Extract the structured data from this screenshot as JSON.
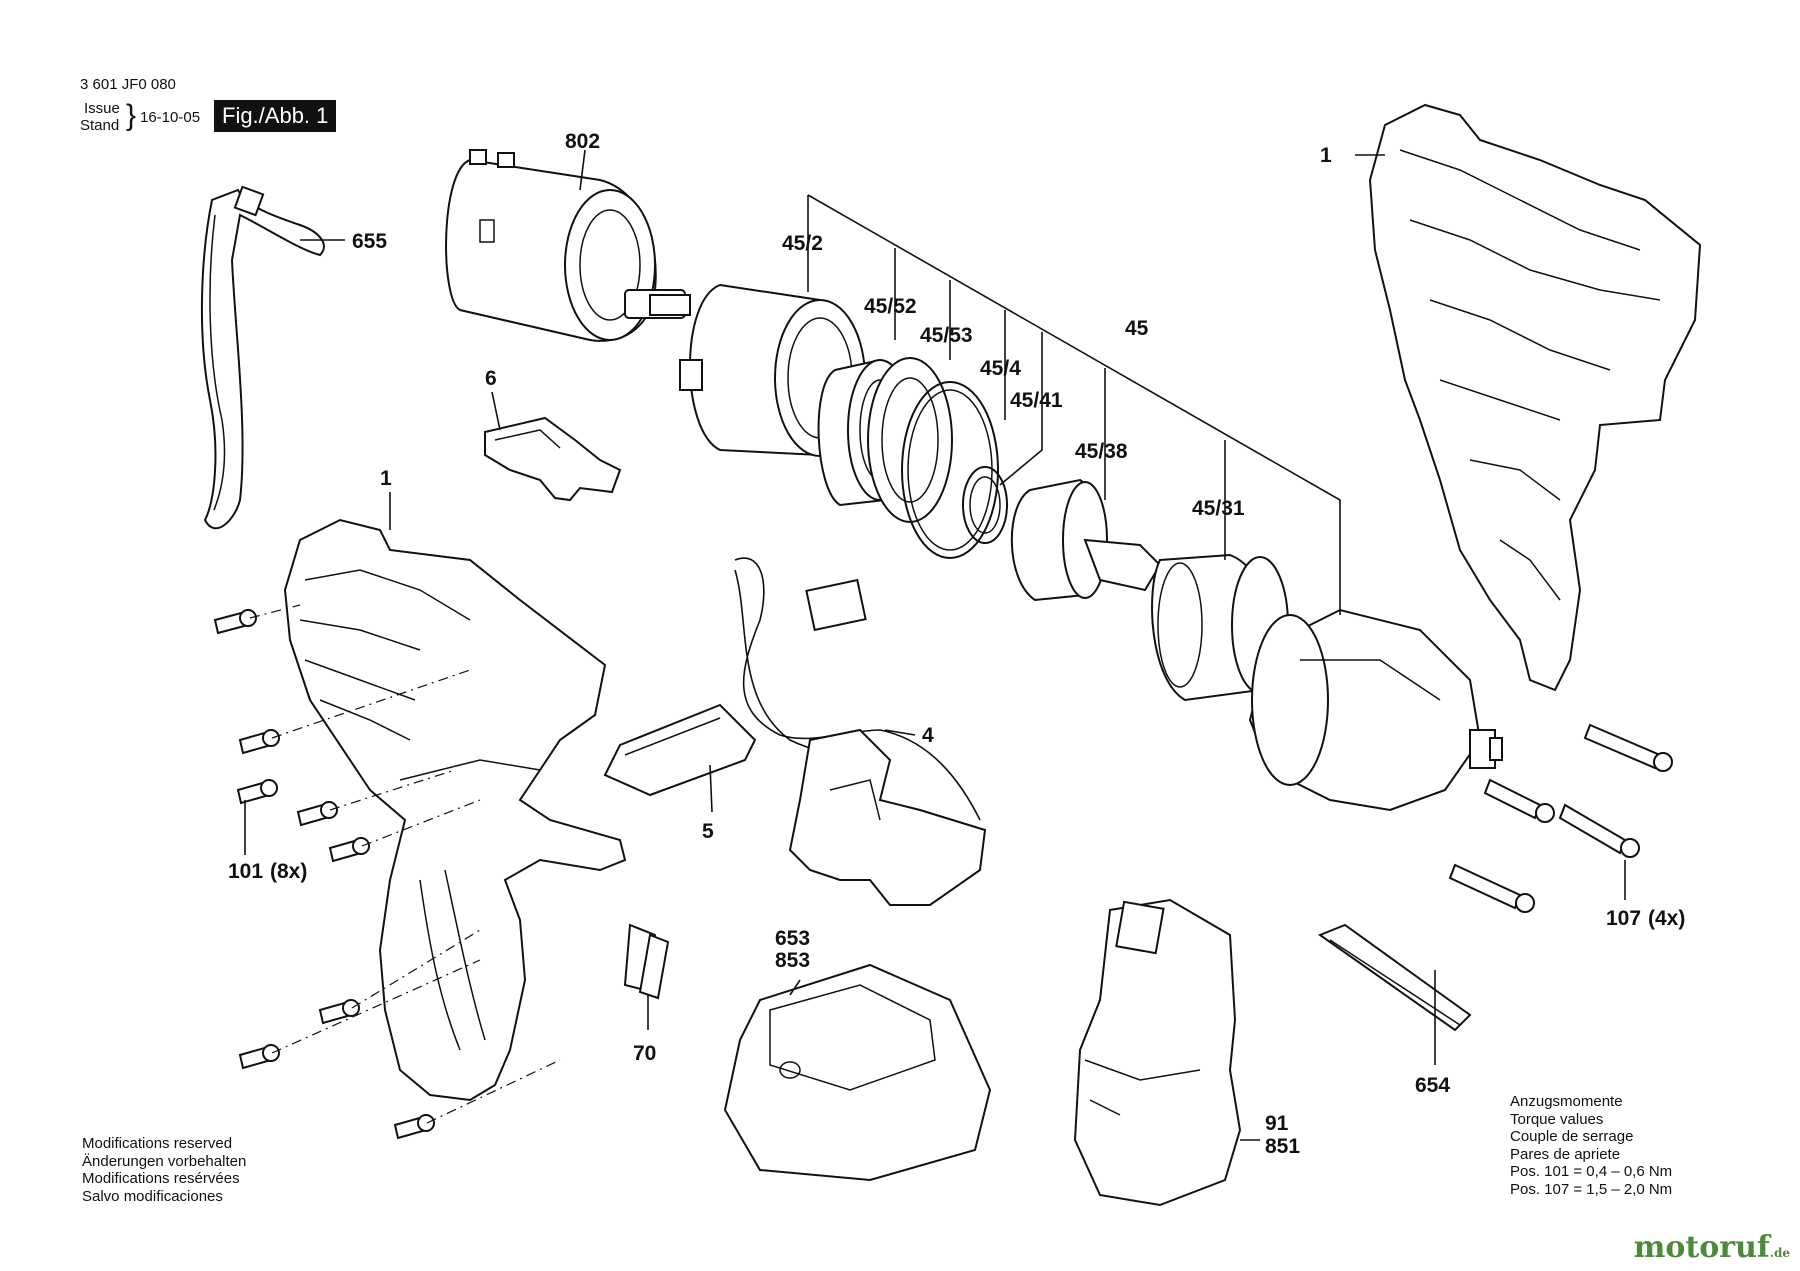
{
  "header": {
    "doc_number": "3 601 JF0 080",
    "issue_label": "Issue",
    "stand_label": "Stand",
    "date": "16-10-05",
    "figure_badge": "Fig./Abb. 1"
  },
  "labels": {
    "l802": "802",
    "l655": "655",
    "l1a": "1",
    "l1b": "1",
    "l6": "6",
    "l45_2": "45/2",
    "l45_52": "45/52",
    "l45_53": "45/53",
    "l45_4": "45/4",
    "l45_41": "45/41",
    "l45": "45",
    "l45_38": "45/38",
    "l45_31": "45/31",
    "l4": "4",
    "l5": "5",
    "l101": "101",
    "l8x": "(8x)",
    "l653": "653",
    "l853": "853",
    "l70": "70",
    "l91": "91",
    "l851": "851",
    "l654": "654",
    "l107": "107",
    "l4x": "(4x)"
  },
  "notes": {
    "modifications": [
      "Modifications reserved",
      "Änderungen vorbehalten",
      "Modifications resérvées",
      "Salvo modificaciones"
    ],
    "torque": [
      "Anzugsmomente",
      "Torque values",
      "Couple de serrage",
      "Pares de apriete",
      "Pos.   101 =  0,4 – 0,6 Nm",
      "Pos.   107 =  1,5 – 2,0 Nm"
    ]
  },
  "watermark": {
    "text": "motoruf",
    "suffix": ".de",
    "color": "#4c8a3a"
  }
}
